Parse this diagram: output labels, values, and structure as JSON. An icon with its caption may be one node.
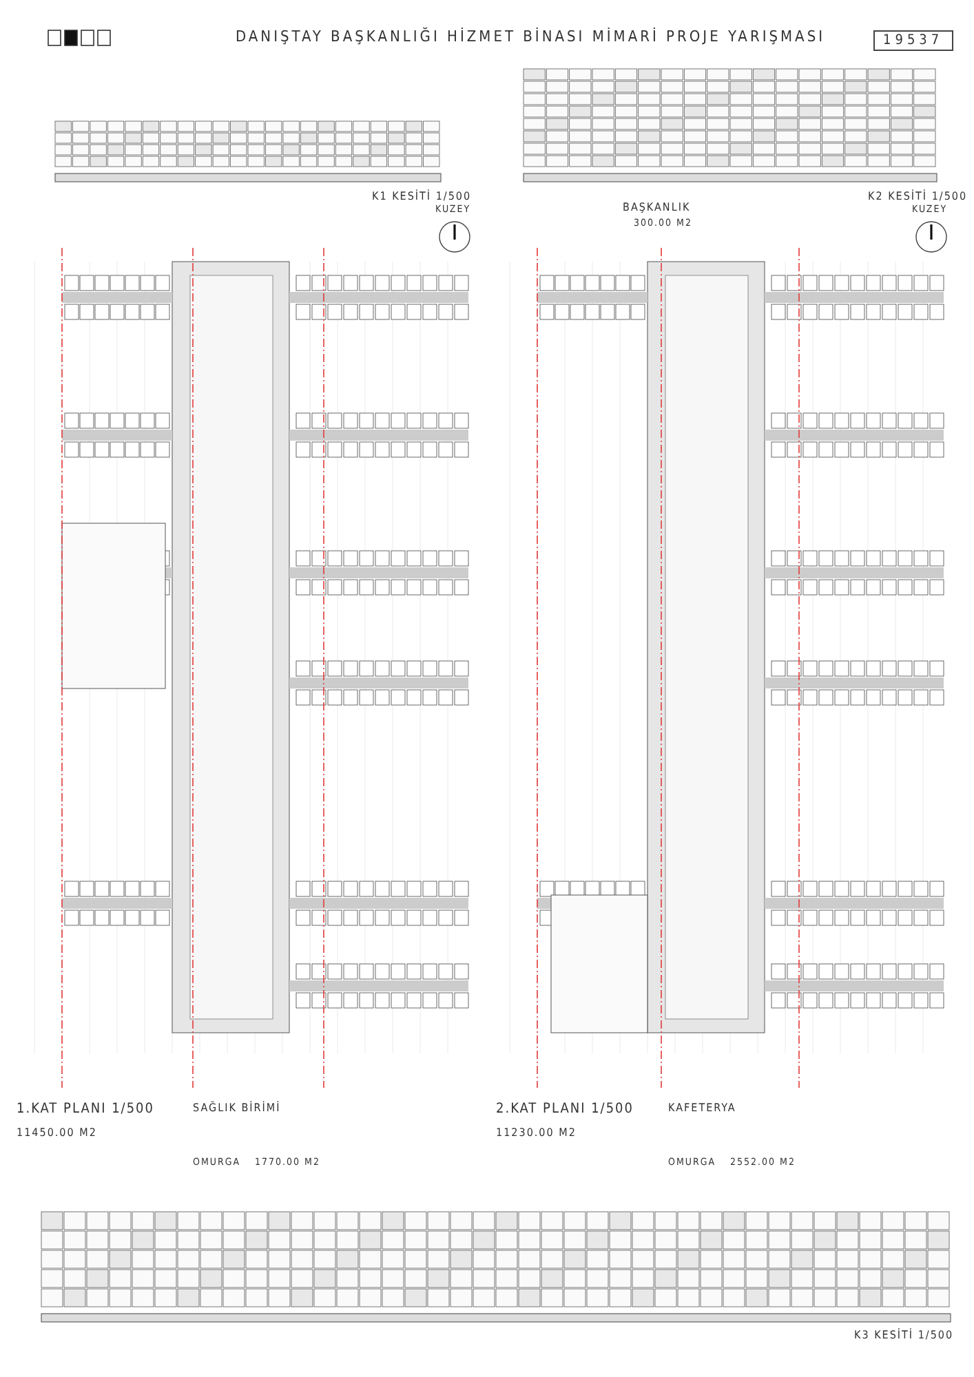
{
  "diagram": {
    "title": "DANIŞTAY BAŞKANLIĞI HİZMET BİNASI MİMARİ PROJE YARIŞMASI",
    "labels": [
      "19537",
      "K1 KESİTİ 1/500",
      "K2 KESİTİ 1/500",
      "KUZEY",
      "BAŞKANLIK",
      "300.00 M2",
      "KUZEY",
      "1.KAT PLANI 1/500",
      "11450.00 M2",
      "SAĞLIK BİRİMİ",
      "OMURGA",
      "1770.00 M2",
      "2.KAT PLANI 1/500",
      "11230.00 M2",
      "KAFETERYA",
      "OMURGA",
      "2552.00 M2",
      "K3 KESİTİ 1/500"
    ]
  }
}
